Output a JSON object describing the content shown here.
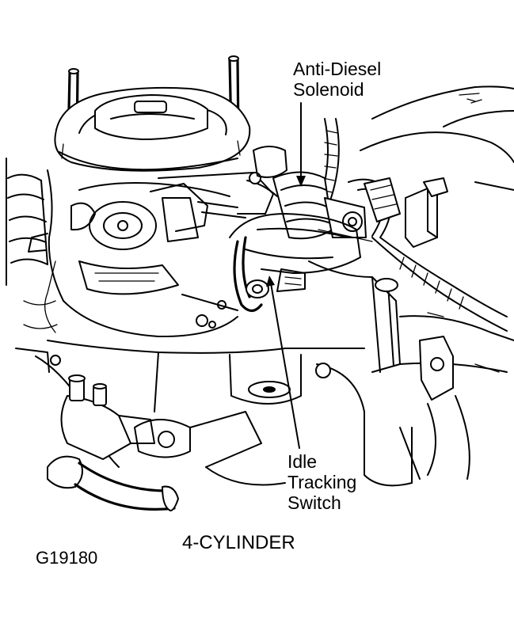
{
  "labels": {
    "anti_diesel_line1": "Anti-Diesel",
    "anti_diesel_line2": "Solenoid",
    "idle_line1": "Idle",
    "idle_line2": "Tracking",
    "idle_line3": "Switch"
  },
  "caption": "4-CYLINDER",
  "figure_id": "G19180"
}
